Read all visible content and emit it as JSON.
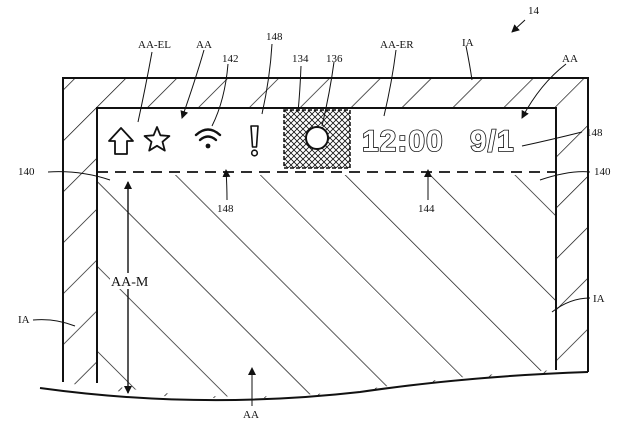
{
  "figure_ref": "14",
  "status_bar": {
    "time": "12:00",
    "date": "9/1",
    "alert_glyph": "!"
  },
  "icons": [
    "up-arrow-icon",
    "star-icon",
    "wifi-icon",
    "exclamation-icon",
    "camera-icon"
  ],
  "labels": {
    "aa_el": "AA-EL",
    "aa_top": "AA",
    "r142": "142",
    "r148_top": "148",
    "r134": "134",
    "r136": "136",
    "aa_er": "AA-ER",
    "ia_top": "IA",
    "aa_right": "AA",
    "r148_right": "148",
    "r140_left": "140",
    "r140_right": "140",
    "r148_bottom": "148",
    "r144": "144",
    "aa_m": "AA-M",
    "ia_left": "IA",
    "ia_right": "IA",
    "aa_bottom": "AA"
  }
}
